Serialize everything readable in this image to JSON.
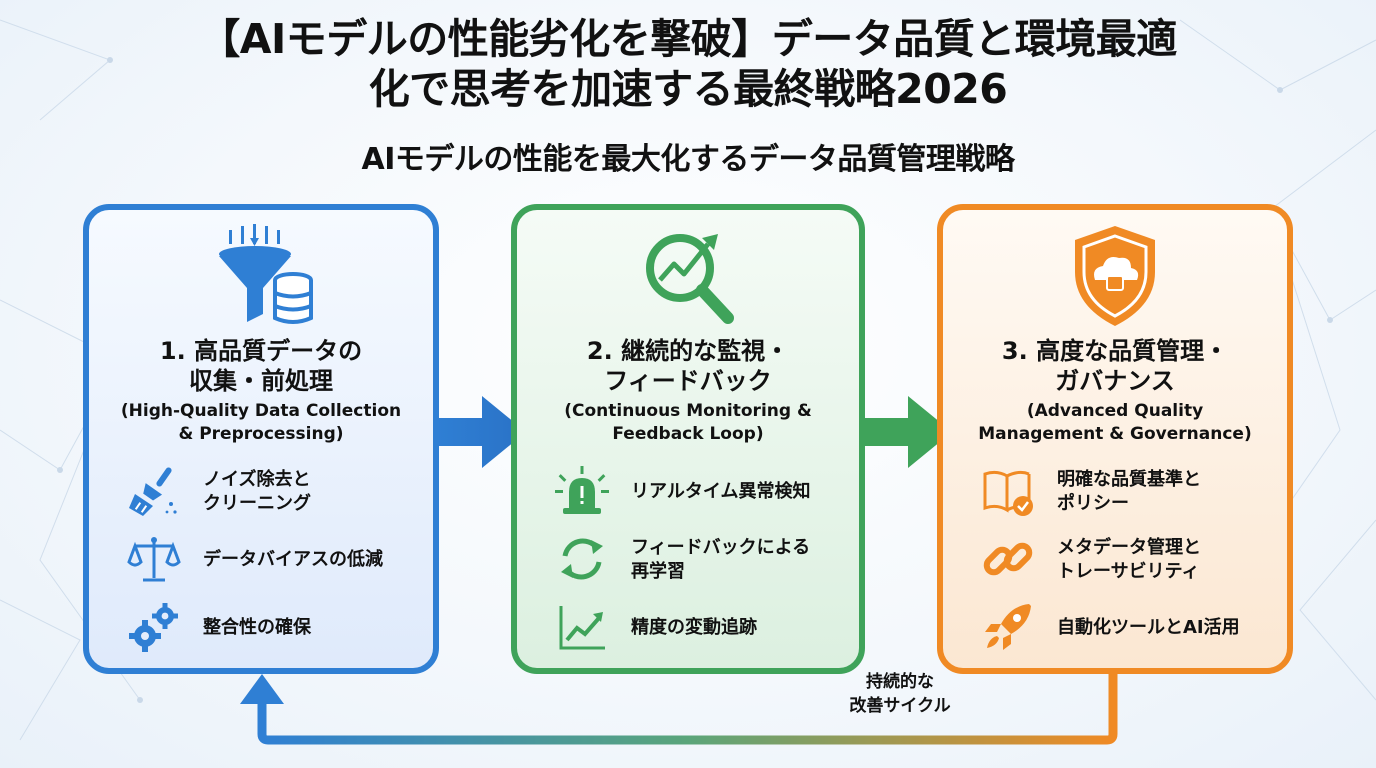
{
  "header": {
    "title_line1": "【AIモデルの性能劣化を撃破】データ品質と環境最適",
    "title_line2": "化で思考を加速する最終戦略2026",
    "subtitle": "AIモデルの性能を最大化するデータ品質管理戦略"
  },
  "colors": {
    "blue": "#2f7fd4",
    "green": "#3fa35a",
    "orange": "#f08a24"
  },
  "steps": [
    {
      "title_line1": "1. 高品質データの",
      "title_line2": "収集・前処理",
      "english_line1": "(High-Quality Data Collection",
      "english_line2": "& Preprocessing)",
      "icon": "funnel-database-icon",
      "items": [
        {
          "icon": "broom-icon",
          "line1": "ノイズ除去と",
          "line2": "クリーニング"
        },
        {
          "icon": "balance-scale-icon",
          "line1": "データバイアスの低減",
          "line2": ""
        },
        {
          "icon": "gears-icon",
          "line1": "整合性の確保",
          "line2": ""
        }
      ]
    },
    {
      "title_line1": "2. 継続的な監視・",
      "title_line2": "フィードバック",
      "english_line1": "(Continuous Monitoring &",
      "english_line2": "Feedback Loop)",
      "icon": "magnifier-trend-icon",
      "items": [
        {
          "icon": "alarm-light-icon",
          "line1": "リアルタイム異常検知",
          "line2": ""
        },
        {
          "icon": "refresh-cycle-icon",
          "line1": "フィードバックによる",
          "line2": "再学習"
        },
        {
          "icon": "trend-chart-icon",
          "line1": "精度の変動追跡",
          "line2": ""
        }
      ]
    },
    {
      "title_line1": "3. 高度な品質管理・",
      "title_line2": "ガバナンス",
      "english_line1": "(Advanced Quality",
      "english_line2": "Management & Governance)",
      "icon": "shield-cloud-lock-icon",
      "items": [
        {
          "icon": "book-check-icon",
          "line1": "明確な品質基準と",
          "line2": "ポリシー"
        },
        {
          "icon": "chain-link-icon",
          "line1": "メタデータ管理と",
          "line2": "トレーサビリティ"
        },
        {
          "icon": "rocket-icon",
          "line1": "自動化ツールとAI活用",
          "line2": ""
        }
      ]
    }
  ],
  "cycle": {
    "label_line1": "持続的な",
    "label_line2": "改善サイクル"
  }
}
